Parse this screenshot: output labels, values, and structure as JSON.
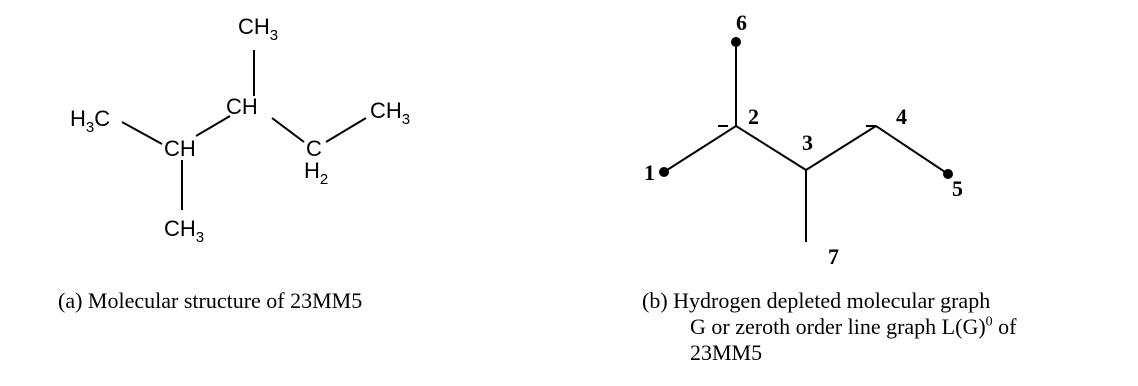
{
  "structure": {
    "groups": {
      "ch3_top": {
        "base": "CH",
        "sub": "3"
      },
      "h3c_left": {
        "base": "C",
        "pre": "H",
        "pre_sub": "3"
      },
      "ch_c3": {
        "base": "CH"
      },
      "ch_c2": {
        "base": "CH"
      },
      "c_c4": {
        "base": "C"
      },
      "h2_c4": {
        "base": "H",
        "sub": "2"
      },
      "ch3_right": {
        "base": "CH",
        "sub": "3"
      },
      "ch3_bottom": {
        "base": "CH",
        "sub": "3"
      }
    }
  },
  "graph": {
    "nodes": [
      {
        "id": "n1",
        "label": "1"
      },
      {
        "id": "n2",
        "label": "2"
      },
      {
        "id": "n3",
        "label": "3"
      },
      {
        "id": "n4",
        "label": "4"
      },
      {
        "id": "n5",
        "label": "5"
      },
      {
        "id": "n6",
        "label": "6"
      },
      {
        "id": "n7",
        "label": "7"
      }
    ],
    "edges": [
      [
        "n1",
        "n2"
      ],
      [
        "n2",
        "n3"
      ],
      [
        "n3",
        "n4"
      ],
      [
        "n4",
        "n5"
      ],
      [
        "n2",
        "n6"
      ],
      [
        "n3",
        "n7"
      ]
    ]
  },
  "captions": {
    "a": "(a)  Molecular structure of 23MM5",
    "b_line1": "(b)  Hydrogen depleted molecular graph",
    "b_line2_pre": "G or zeroth order line graph L(G)",
    "b_line2_sup": "0",
    "b_line2_post": " of",
    "b_line3": "23MM5"
  }
}
